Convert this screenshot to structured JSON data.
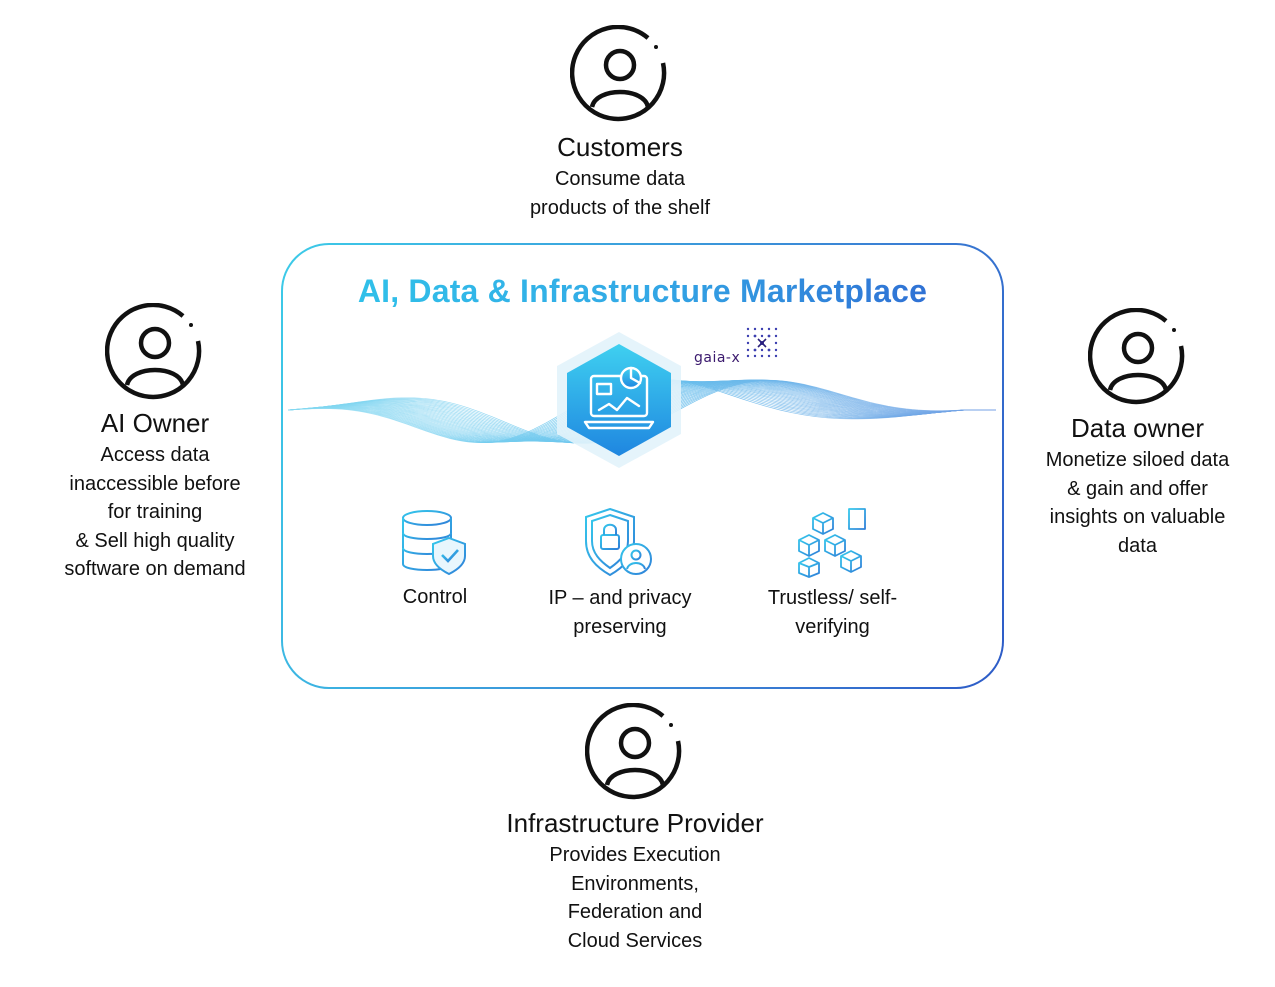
{
  "marketplace": {
    "title": "AI, Data & Infrastructure Marketplace",
    "gaia_logo": "gaia-x",
    "colors": {
      "accent_light": "#2fc6ea",
      "accent_dark": "#2e62d0"
    }
  },
  "actors": {
    "customers": {
      "title": "Customers",
      "description": "Consume data\nproducts of the shelf",
      "icon": "person-icon"
    },
    "ai_owner": {
      "title": "AI Owner",
      "description": "Access data\ninaccessible before\nfor training\n& Sell high quality\nsoftware on demand",
      "icon": "person-icon"
    },
    "data_owner": {
      "title": "Data owner",
      "description": "Monetize siloed data\n& gain and offer\ninsights on valuable\ndata",
      "icon": "person-icon"
    },
    "infrastructure_provider": {
      "title": "Infrastructure Provider",
      "description": "Provides Execution\nEnvironments,\nFederation and\nCloud Services",
      "icon": "person-icon"
    }
  },
  "features": [
    {
      "label": "Control",
      "icon": "database-shield-icon"
    },
    {
      "label": "IP – and privacy\npreserving",
      "icon": "shield-lock-user-icon"
    },
    {
      "label": "Trustless/ self-\nverifying",
      "icon": "blocks-document-icon"
    }
  ]
}
